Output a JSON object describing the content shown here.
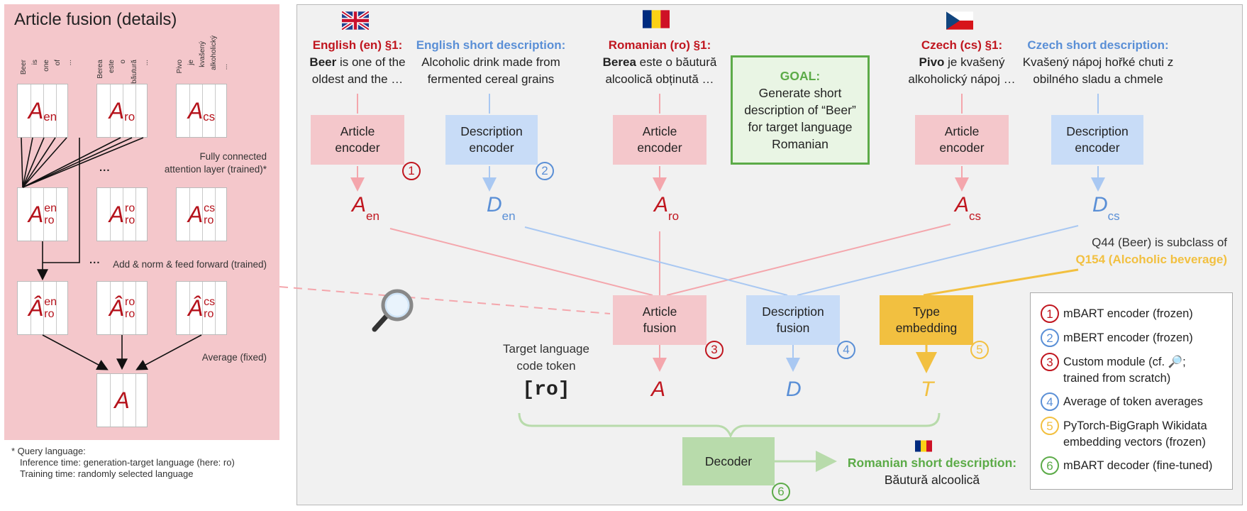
{
  "left": {
    "title": "Article fusion (details)",
    "tokens_en": [
      "Beer",
      "is",
      "one",
      "of",
      "..."
    ],
    "tokens_ro": [
      "Berea",
      "este",
      "o",
      "băutură",
      "..."
    ],
    "tokens_cs": [
      "Pivo",
      "je",
      "kvašený",
      "alkoholický",
      "..."
    ],
    "mat_letter": "A",
    "mat_letter_hat": "Â",
    "sub_en": "en",
    "sub_ro": "ro",
    "sub_cs": "cs",
    "attention_note_line1": "Fully connected",
    "attention_note_line2": "attention layer (trained)*",
    "addnorm_note": "Add & norm & feed forward (trained)",
    "average_note": "Average (fixed)",
    "ellipsis": "...",
    "footnote_line1": "* Query language:",
    "footnote_line2": "Inference time: generation-target language (here: ro)",
    "footnote_line3": "Training time: randomly selected language"
  },
  "sources": {
    "en_head": "English (en) §1:",
    "en_bold": "Beer",
    "en_rest1": " is one of the",
    "en_rest2": "oldest and the …",
    "en_desc_head": "English short description:",
    "en_desc1": "Alcoholic drink made from",
    "en_desc2": "fermented cereal grains",
    "ro_head": "Romanian (ro) §1:",
    "ro_bold": "Berea",
    "ro_rest1": " este o băutură",
    "ro_rest2": "alcoolică obținută …",
    "cs_head": "Czech (cs) §1:",
    "cs_bold": "Pivo",
    "cs_rest1": " je kvašený",
    "cs_rest2": "alkoholický nápoj …",
    "cs_desc_head": "Czech short description:",
    "cs_desc1": "Kvašený nápoj hořké chuti z",
    "cs_desc2": "obilného sladu a chmele"
  },
  "goal": {
    "head": "GOAL:",
    "line1": "Generate short",
    "line2": "description of “Beer”",
    "line3": "for target language",
    "line4": "Romanian"
  },
  "boxes": {
    "article_encoder_1": "Article",
    "article_encoder_2": "encoder",
    "description_encoder_1": "Description",
    "description_encoder_2": "encoder",
    "article_fusion_1": "Article",
    "article_fusion_2": "fusion",
    "description_fusion_1": "Description",
    "description_fusion_2": "fusion",
    "type_embedding_1": "Type",
    "type_embedding_2": "embedding",
    "decoder": "Decoder"
  },
  "vectors": {
    "A": "A",
    "D": "D",
    "T": "T",
    "en": "en",
    "ro": "ro",
    "cs": "cs"
  },
  "type_note": {
    "line1": "Q44 (Beer) is subclass of",
    "line2": "Q154 (Alcoholic beverage)"
  },
  "target": {
    "label1": "Target language",
    "label2": "code token",
    "token": "[ro]"
  },
  "output": {
    "head": "Romanian short description:",
    "text": "Băutură alcoolică"
  },
  "numbers": [
    "1",
    "2",
    "3",
    "4",
    "5",
    "6"
  ],
  "legend": {
    "item1": "mBART encoder (frozen)",
    "item2": "mBERT encoder (frozen)",
    "item3a": "Custom module (cf. 🔎;",
    "item3b": "trained from scratch)",
    "item4": "Average of token averages",
    "item5a": "PyTorch-BigGraph Wikidata",
    "item5b": "embedding vectors (frozen)",
    "item6": "mBART decoder (fine-tuned)"
  },
  "colors": {
    "red": "#c0161f",
    "blue": "#5a8fd6",
    "yellow": "#f2c040",
    "green": "#5cab48",
    "pink_fill": "#f4c7cb",
    "blue_fill": "#c8dcf7",
    "green_fill": "#b8dbab"
  },
  "icons": [
    "uk-flag-icon",
    "romania-flag-icon",
    "czech-flag-icon",
    "magnifier-icon"
  ]
}
